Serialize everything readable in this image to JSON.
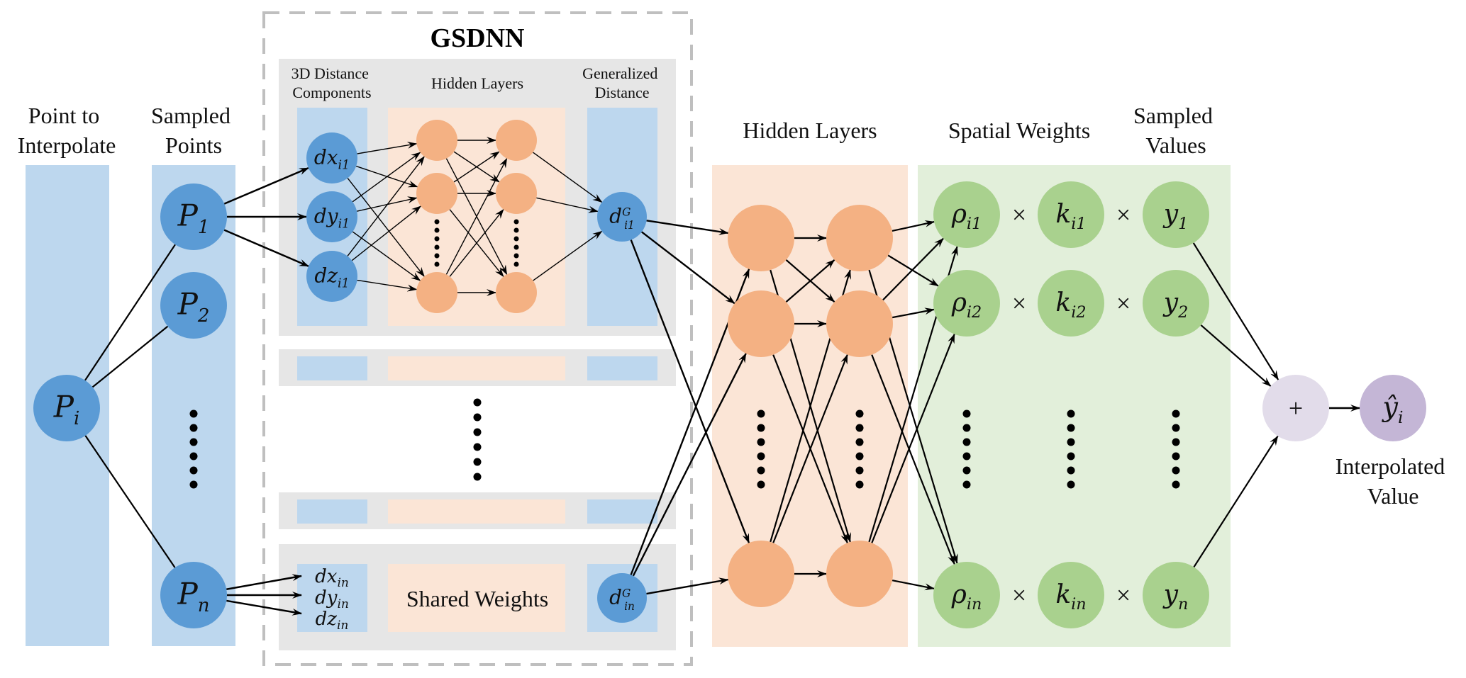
{
  "colors": {
    "blue_panel": "#bdd7ee",
    "blue_node": "#5b9bd5",
    "peach_panel": "#fbe5d6",
    "peach_node": "#f4b183",
    "green_panel": "#e2efda",
    "green_node": "#a9d18e",
    "gray_block": "#e6e6e6",
    "dashed_border": "#bfbfbf",
    "sum_node": "#e2dcea",
    "output_node": "#c4b6d6"
  },
  "labels": {
    "point_to_interpolate": [
      "Point to",
      "Interpolate"
    ],
    "sampled_points": [
      "Sampled",
      "Points"
    ],
    "gsdnn_title": "GSDNN",
    "distance_components": [
      "3D Distance",
      "Components"
    ],
    "gsdnn_hidden_layers": "Hidden Layers",
    "generalized_distance": [
      "Generalized",
      "Distance"
    ],
    "hidden_layers": "Hidden Layers",
    "spatial_weights": "Spatial Weights",
    "sampled_values": [
      "Sampled",
      "Values"
    ],
    "shared_weights": "Shared Weights",
    "interpolated_value": [
      "Interpolated",
      "Value"
    ]
  },
  "nodes": {
    "target": {
      "base": "P",
      "sub": "i"
    },
    "sampled": [
      {
        "base": "P",
        "sub": "1"
      },
      {
        "base": "P",
        "sub": "2"
      },
      {
        "base": "P",
        "sub": "n"
      }
    ],
    "components_row1": [
      {
        "base": "dx",
        "sub": "i1"
      },
      {
        "base": "dy",
        "sub": "i1"
      },
      {
        "base": "dz",
        "sub": "i1"
      }
    ],
    "components_rown": [
      {
        "base": "dx",
        "sub": "in"
      },
      {
        "base": "dy",
        "sub": "in"
      },
      {
        "base": "dz",
        "sub": "in"
      }
    ],
    "gen_distance_row1": {
      "base": "d",
      "sup": "G",
      "sub": "i1"
    },
    "gen_distance_rown": {
      "base": "d",
      "sup": "G",
      "sub": "in"
    },
    "spatial_weights": [
      {
        "base": "ρ",
        "sub": "i1"
      },
      {
        "base": "ρ",
        "sub": "i2"
      },
      {
        "base": "ρ",
        "sub": "in"
      }
    ],
    "kernels": [
      {
        "base": "k",
        "sub": "i1"
      },
      {
        "base": "k",
        "sub": "i2"
      },
      {
        "base": "k",
        "sub": "in"
      }
    ],
    "sampled_values": [
      {
        "base": "y",
        "sub": "1"
      },
      {
        "base": "y",
        "sub": "2"
      },
      {
        "base": "y",
        "sub": "n"
      }
    ],
    "sum_symbol": "+",
    "output": {
      "base": "ŷ",
      "sub": "i"
    },
    "multiply_symbol": "×"
  }
}
